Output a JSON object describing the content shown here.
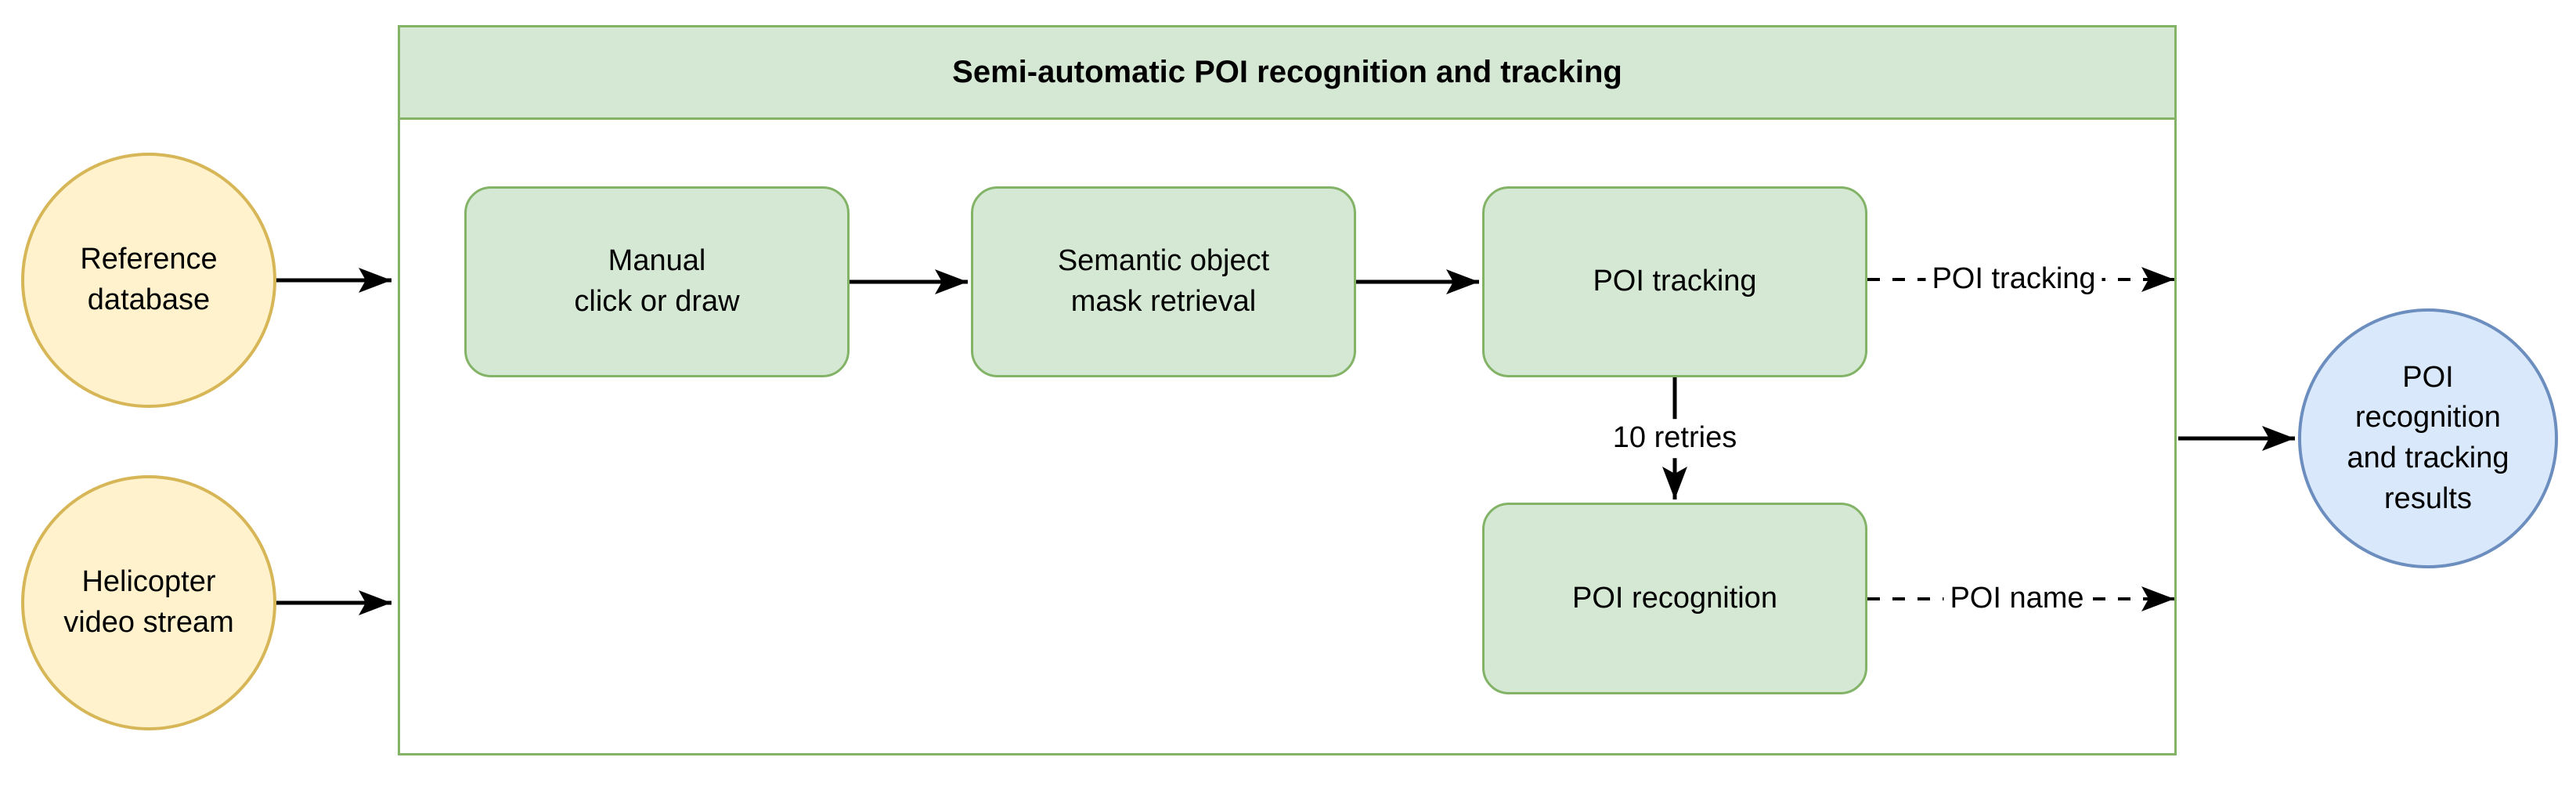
{
  "container": {
    "title": "Semi-automatic POI recognition and tracking"
  },
  "nodes": {
    "reference_database": {
      "label": "Reference\ndatabase",
      "shape": "ellipse"
    },
    "helicopter_video_stream": {
      "label": "Helicopter\nvideo stream",
      "shape": "ellipse"
    },
    "manual_click_or_draw": {
      "label": "Manual\nclick or draw",
      "shape": "rounded-box"
    },
    "semantic_object_mask_retrieval": {
      "label": "Semantic object\nmask retrieval",
      "shape": "rounded-box"
    },
    "poi_tracking": {
      "label": "POI tracking",
      "shape": "rounded-box"
    },
    "poi_recognition": {
      "label": "POI recognition",
      "shape": "rounded-box"
    },
    "results": {
      "label": "POI\nrecognition\nand tracking\nresults",
      "shape": "ellipse"
    }
  },
  "edge_labels": {
    "retries": "10 retries",
    "poi_tracking_output": "POI tracking",
    "poi_name_output": "POI name"
  },
  "colors": {
    "green_fill": "#D5E8D4",
    "green_stroke": "#82B366",
    "yellow_fill": "#FFF2CC",
    "yellow_stroke": "#D6B656",
    "blue_fill": "#DAE8FC",
    "blue_stroke": "#6C8EBF",
    "line_color": "#000000",
    "text_color": "#000000"
  }
}
